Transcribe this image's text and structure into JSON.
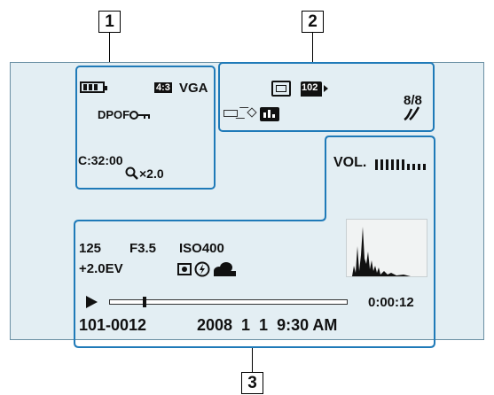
{
  "callouts": {
    "c1": "1",
    "c2": "2",
    "c3": "3"
  },
  "panel1": {
    "battery_icon": "battery-icon",
    "aspect": "4:3",
    "image_size": "VGA",
    "dpof": "DPOF",
    "protect_icon": "key-icon",
    "counter": "C:32:00",
    "zoom": "×2.0"
  },
  "panel2": {
    "memory_icon": "memory-card-icon",
    "folder": "102",
    "image_count": "8/8",
    "pictbridge_icon": "pictbridge-icon",
    "folder_icon": "folder-icon",
    "connection_icon": "connection-icon"
  },
  "panel3": {
    "volume_label": "VOL.",
    "volume_level": 0.6,
    "shutter": "125",
    "aperture": "F3.5",
    "iso": "ISO400",
    "exposure": "+2.0EV",
    "metering_icon": "spot-metering-icon",
    "flash_icon": "flash-off-icon",
    "white_balance_icon": "cloudy-icon",
    "play_icon": "play-icon",
    "playback_position": 0.15,
    "time": "0:00:12",
    "file_number": "101-0012",
    "date": "2008  1  1  9:30 AM"
  },
  "colors": {
    "panel_border": "#1f7ab8",
    "screen_bg": "#e3eef3"
  }
}
